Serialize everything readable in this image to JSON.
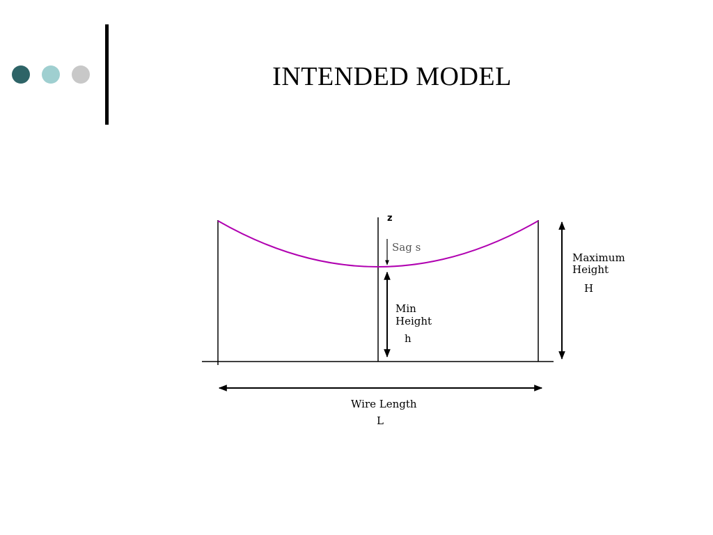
{
  "slide": {
    "title": "INTENDED MODEL",
    "dots": [
      {
        "color": "#2e6467"
      },
      {
        "color": "#9fcfd0"
      },
      {
        "color": "#c8c8c8"
      }
    ]
  },
  "diagram": {
    "curve_color": "#b000b0",
    "axis_label": "z",
    "sag_label": "Sag s",
    "min_height_line1": "Min",
    "min_height_line2": "Height",
    "min_height_symbol": "h",
    "max_height_line1": "Maximum",
    "max_height_line2": "Height",
    "max_height_symbol": "H",
    "length_label": "Wire Length",
    "length_symbol": "L"
  }
}
